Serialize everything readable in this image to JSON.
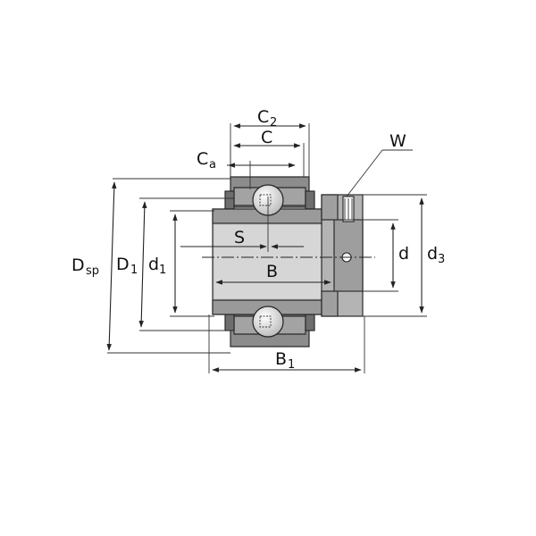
{
  "diagram": {
    "labels": {
      "c2": "C",
      "c2_sub": "2",
      "c": "C",
      "ca": "C",
      "ca_sub": "a",
      "w": "W",
      "s": "S",
      "b": "B",
      "b1": "B",
      "b1_sub": "1",
      "d": "d",
      "d3": "d",
      "d3_sub": "3",
      "dsp": "D",
      "dsp_sub": "sp",
      "D1": "D",
      "D1_sub": "1",
      "d1": "d",
      "d1_sub": "1"
    },
    "colors": {
      "housing": "#8c8c8c",
      "ring": "#9a9a9a",
      "inner_ring": "#c9c9c9",
      "collar": "#b4b4b4",
      "ball": "#e6e6e6",
      "line": "#222222"
    }
  }
}
